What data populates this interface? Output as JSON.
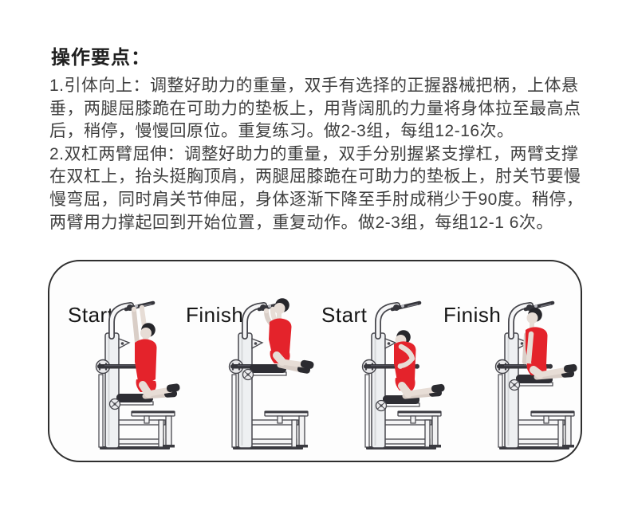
{
  "title": "操作要点：",
  "instructions": {
    "paragraph1": {
      "lines": [
        "1.引体向上：调整好助力的重量，双手有选择的正握器械把柄，上体悬",
        "垂，两腿屈膝跪在可助力的垫板上，用背阔肌的力量将身体拉至最高点",
        "后，稍停，慢慢回原位。重复练习。做2-3组，每组12-16次。"
      ]
    },
    "paragraph2": {
      "lines": [
        "2.双杠两臂屈伸：调整好助力的重量，双手分别握紧支撑杠，两臂支撑",
        "在双杠上，抬头挺胸顶肩，两腿屈膝跪在可助力的垫板上，肘关节要慢",
        "慢弯屈，同时肩关节伸屈，身体逐渐下降至手肘成稍少于90度。稍停，",
        "两臂用力撑起回到开始位置，重复动作。做2-3组，每组12-1 6次。"
      ]
    }
  },
  "diagram": {
    "figures": [
      {
        "label": "Start"
      },
      {
        "label": "Finish"
      },
      {
        "label": "Start"
      },
      {
        "label": "Finish"
      }
    ]
  },
  "colors": {
    "vest_red": "#e4232b",
    "machine_outline": "#46464c",
    "text": "#3f3f3f",
    "box_border": "#2e2e2e"
  }
}
